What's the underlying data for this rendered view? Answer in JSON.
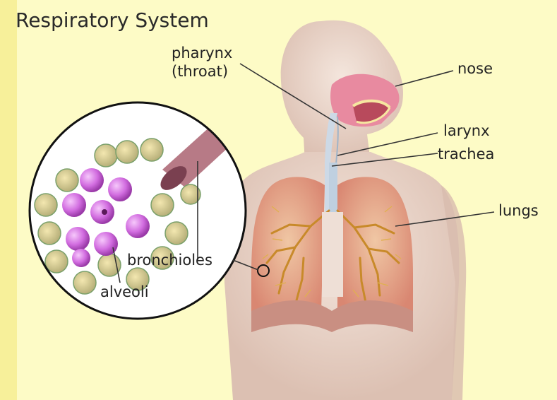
{
  "title": "Respiratory System",
  "labels": {
    "pharynx_line1": "pharynx",
    "pharynx_line2": "(throat)",
    "nose": "nose",
    "larynx": "larynx",
    "trachea": "trachea",
    "lungs": "lungs",
    "bronchioles": "bronchioles",
    "alveoli": "alveoli"
  },
  "colors": {
    "background": "#fdfbc6",
    "skin": "#ecd8cc",
    "lung": "#e3a08a",
    "bronchi": "#d8a23a",
    "diaphragm": "#c98f82",
    "alveolus": "#d26de0",
    "inset_border": "#111111"
  },
  "icons": [
    "magnifier-inset-icon",
    "alveoli-cluster-icon"
  ]
}
